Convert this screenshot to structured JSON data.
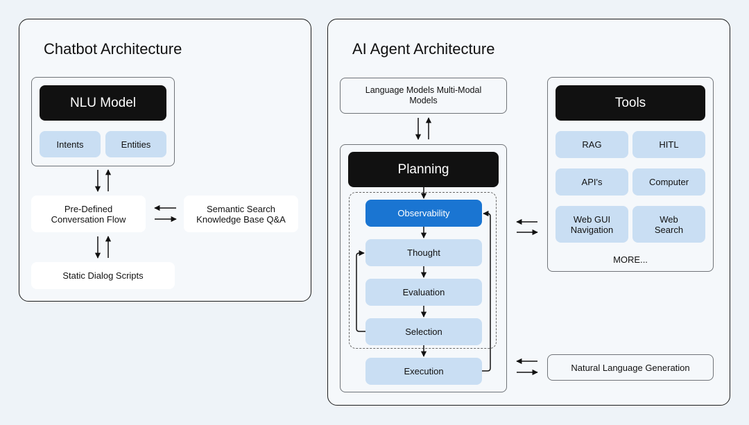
{
  "chatbot": {
    "title": "Chatbot Architecture",
    "nlu_model": "NLU Model",
    "intents": "Intents",
    "entities": "Entities",
    "conversation_flow": "Pre-Defined\nConversation Flow",
    "semantic_search": "Semantic Search\nKnowledge Base Q&A",
    "static_scripts": "Static Dialog Scripts"
  },
  "agent": {
    "title": "AI Agent Architecture",
    "language_models": "Language Models Multi-Modal\nModels",
    "planning": "Planning",
    "steps": {
      "observability": "Observability",
      "thought": "Thought",
      "evaluation": "Evaluation",
      "selection": "Selection",
      "execution": "Execution"
    },
    "tools": {
      "title": "Tools",
      "items": [
        "RAG",
        "HITL",
        "API's",
        "Computer",
        "Web GUI\nNavigation",
        "Web\nSearch"
      ],
      "more": "MORE..."
    },
    "nlg": "Natural Language Generation"
  },
  "colors": {
    "background": "#eef3f8",
    "dark": "#111111",
    "light_blue": "#c9def3",
    "accent_blue": "#1a75d2"
  }
}
